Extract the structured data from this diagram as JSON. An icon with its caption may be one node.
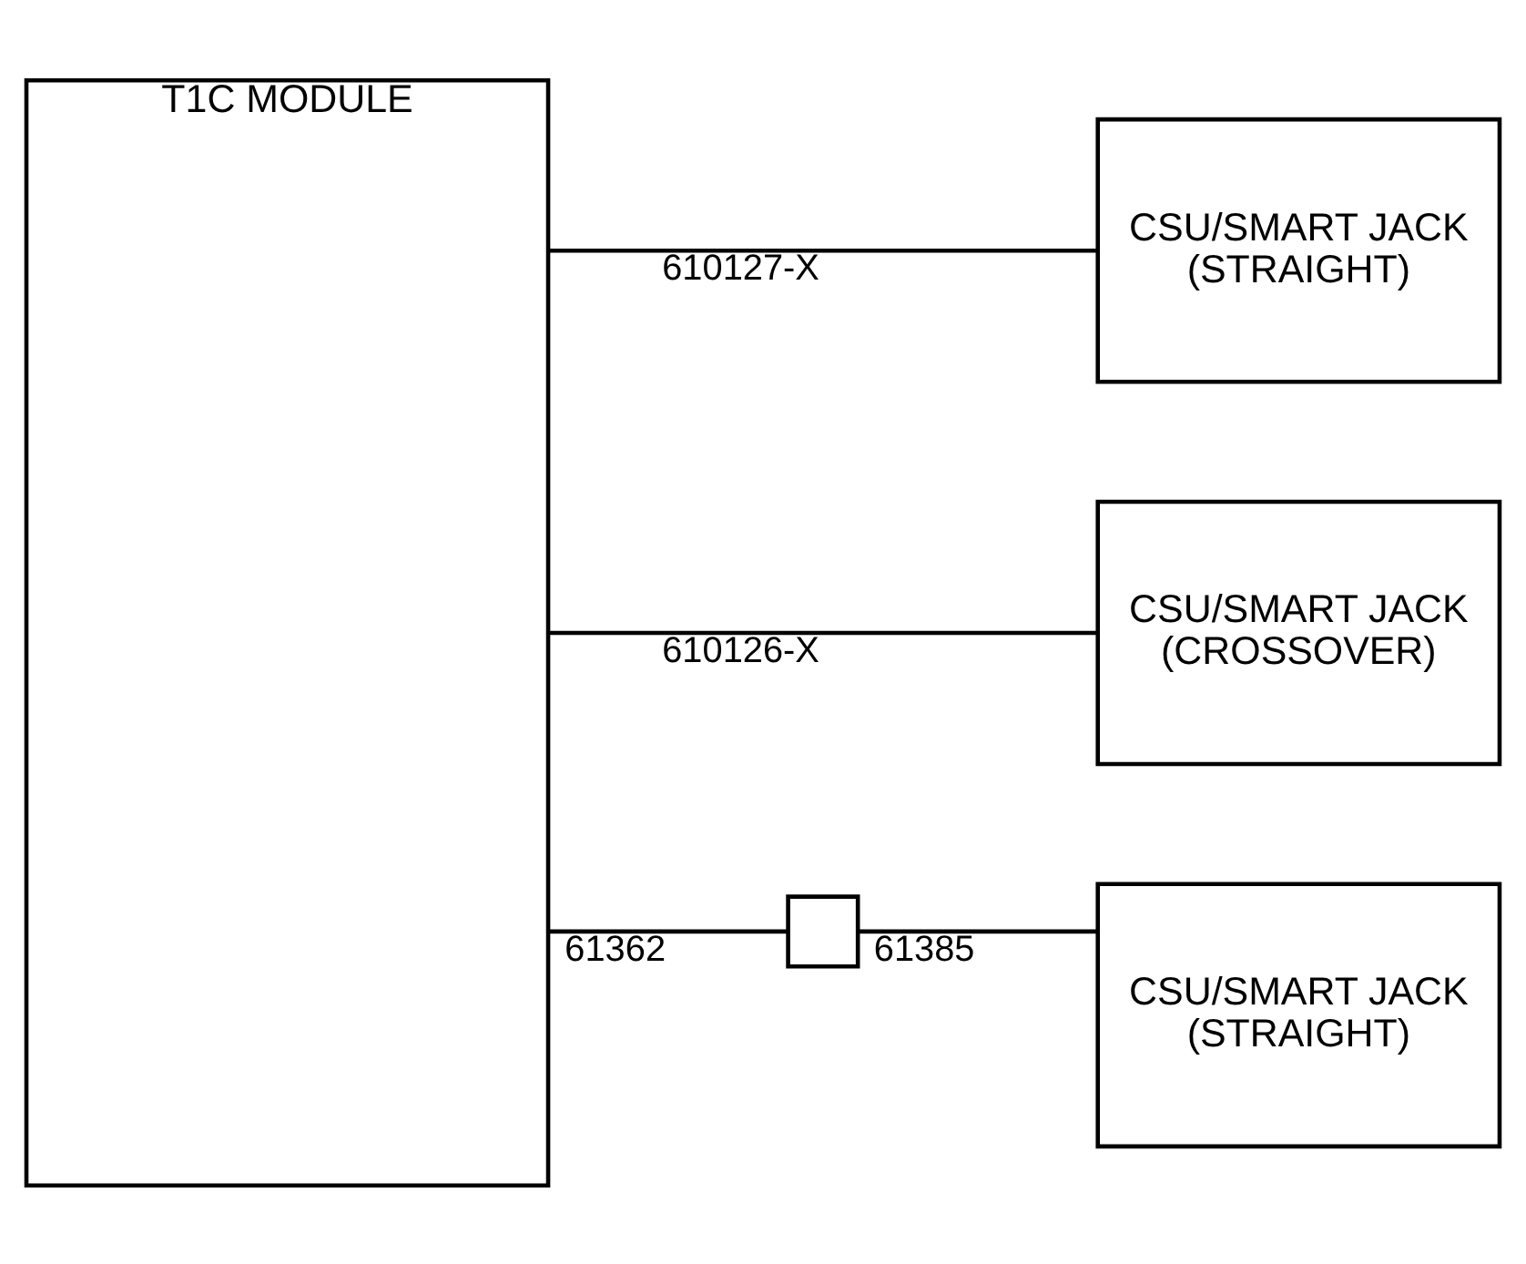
{
  "diagram": {
    "nodes": [
      {
        "text": [
          "T1C MODULE"
        ]
      },
      {
        "text": [
          "CSU/SMART JACK (STRAIGHT)"
        ]
      },
      {
        "text": [
          "CSU/SMART JACK (CROSSOVER)"
        ]
      },
      {
        "text": [],
        "shape": "box"
      },
      {
        "text": [
          "CSU/SMART JACK (STRAIGHT)"
        ]
      }
    ],
    "edges": [
      {
        "from": 0,
        "to": 1,
        "arrow": "none",
        "label": "610127-X"
      },
      {
        "from": 0,
        "to": 2,
        "arrow": "none",
        "label": "610126-X"
      },
      {
        "from": 0,
        "to": 3,
        "arrow": "none",
        "label": "61362"
      },
      {
        "from": 3,
        "to": 4,
        "arrow": "none",
        "label": "61385"
      }
    ]
  }
}
